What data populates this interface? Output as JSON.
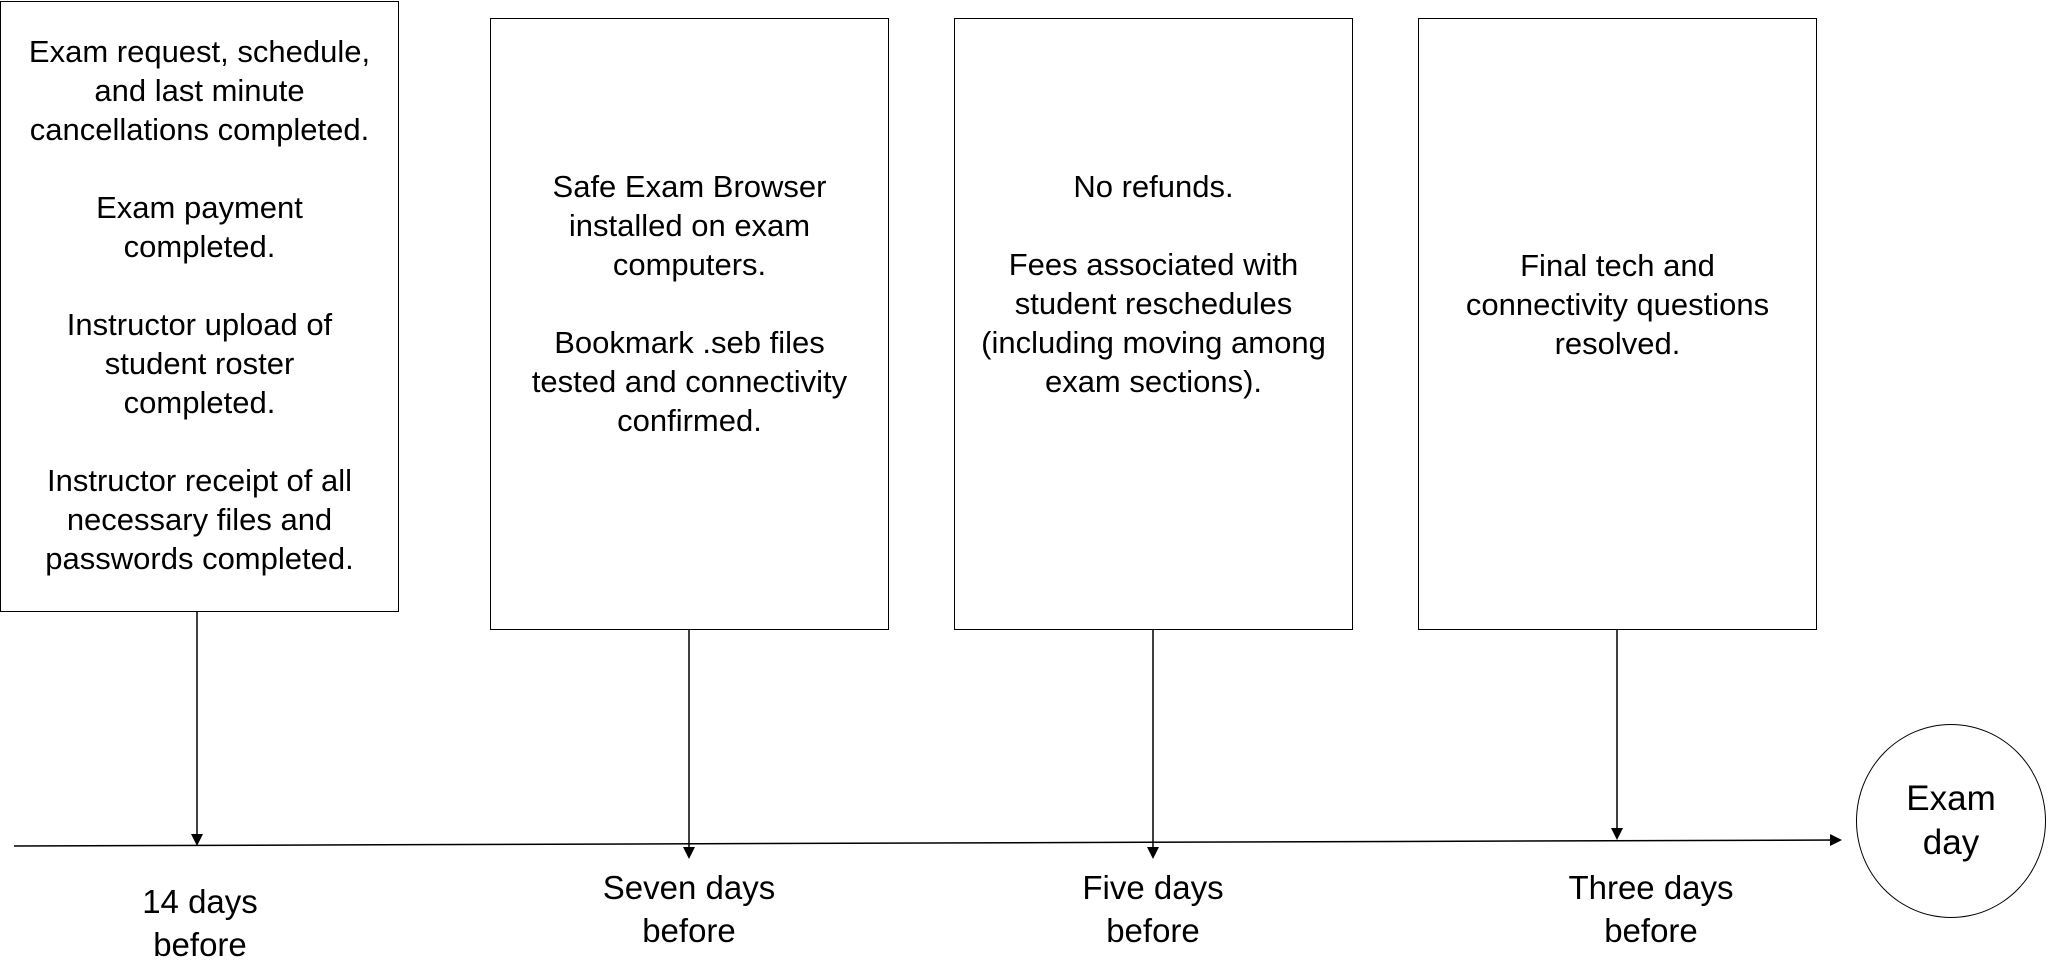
{
  "boxes": [
    {
      "id": "fourteen-days",
      "paragraphs": [
        [
          "Exam request, schedule,",
          "and last minute",
          "cancellations completed."
        ],
        [
          "Exam payment",
          "completed."
        ],
        [
          "Instructor upload of",
          "student roster",
          "completed."
        ],
        [
          "Instructor receipt of all",
          "necessary files and",
          "passwords completed."
        ]
      ]
    },
    {
      "id": "seven-days",
      "paragraphs": [
        [
          "Safe Exam Browser",
          "installed on exam",
          "computers."
        ],
        [
          "Bookmark .seb files",
          "tested and connectivity",
          "confirmed."
        ]
      ]
    },
    {
      "id": "five-days",
      "paragraphs": [
        [
          "No refunds."
        ],
        [
          "Fees associated with",
          "student reschedules",
          "(including moving among",
          "exam sections)."
        ]
      ]
    },
    {
      "id": "three-days",
      "paragraphs": [
        [
          "Final tech and",
          "connectivity questions",
          "resolved."
        ]
      ]
    }
  ],
  "timeline_labels": [
    [
      "14 days",
      "before"
    ],
    [
      "Seven days",
      "before"
    ],
    [
      "Five days",
      "before"
    ],
    [
      "Three days",
      "before"
    ]
  ],
  "end_node": [
    "Exam",
    "day"
  ]
}
